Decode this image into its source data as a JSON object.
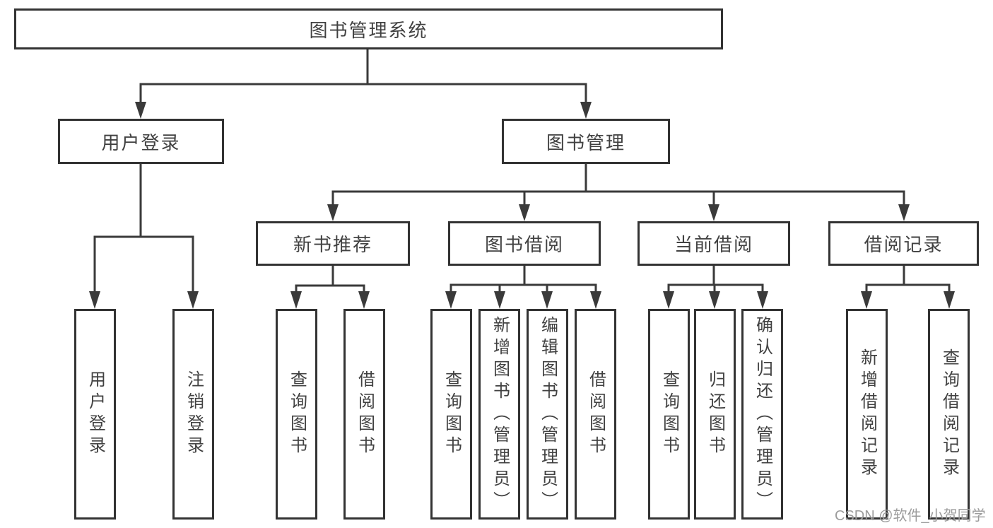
{
  "diagram_type": "functional-structure-tree",
  "tree": {
    "label": "图书管理系统",
    "children": [
      {
        "label": "用户登录",
        "children": [
          {
            "label": "用户登录"
          },
          {
            "label": "注销登录"
          }
        ]
      },
      {
        "label": "图书管理",
        "children": [
          {
            "label": "新书推荐",
            "children": [
              {
                "label": "查询图书"
              },
              {
                "label": "借阅图书"
              }
            ]
          },
          {
            "label": "图书借阅",
            "children": [
              {
                "label": "查询图书"
              },
              {
                "label": "新增图书（管理员）"
              },
              {
                "label": "编辑图书（管理员）"
              },
              {
                "label": "借阅图书"
              }
            ]
          },
          {
            "label": "当前借阅",
            "children": [
              {
                "label": "查询图书"
              },
              {
                "label": "归还图书"
              },
              {
                "label": "确认归还（管理员）"
              }
            ]
          },
          {
            "label": "借阅记录",
            "children": [
              {
                "label": "新增借阅记录"
              },
              {
                "label": "查询借阅记录"
              }
            ]
          }
        ]
      }
    ]
  },
  "watermark": {
    "text": "CSDN @软件_小贺同学"
  },
  "colors": {
    "line": "#3a3a3a",
    "box_border": "#333333",
    "text": "#414141",
    "watermark": "#9c9c9c",
    "background": "#ffffff"
  }
}
